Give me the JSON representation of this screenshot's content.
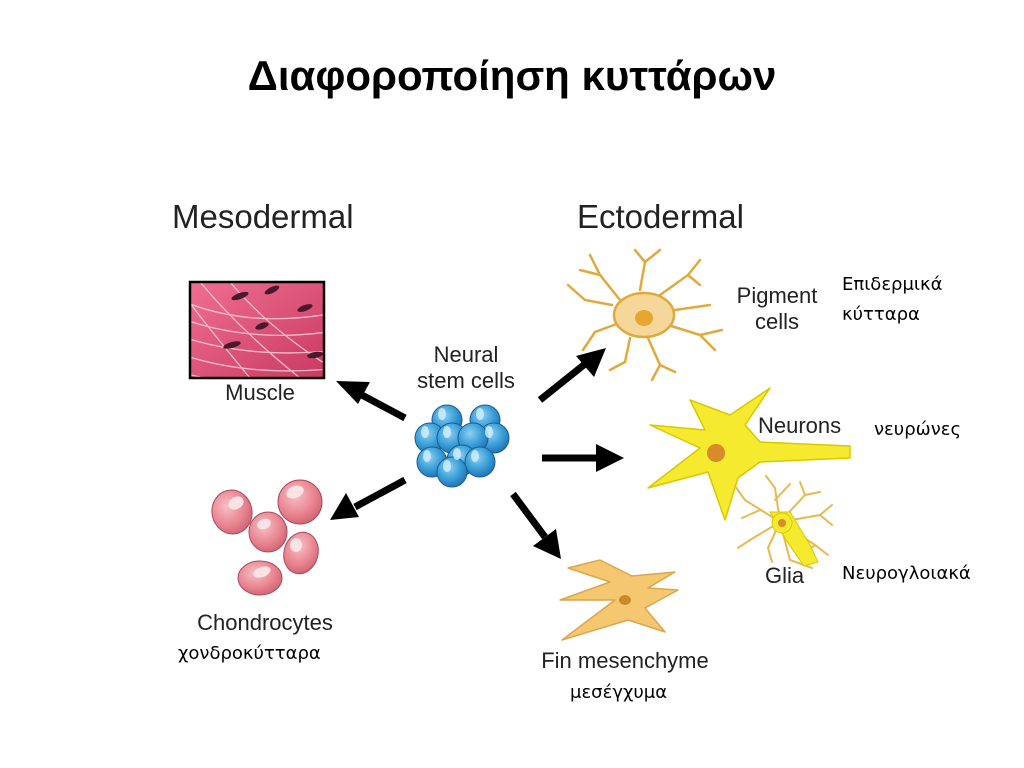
{
  "slide": {
    "title": "Διαφοροποίηση κυττάρων"
  },
  "headings": {
    "mesodermal": "Mesodermal",
    "ectodermal": "Ectodermal"
  },
  "cells": {
    "stem": {
      "line1": "Neural",
      "line2": "stem cells"
    },
    "muscle": {
      "label": "Muscle"
    },
    "chondrocytes": {
      "label": "Chondrocytes",
      "greek": "χονδροκύτταρα"
    },
    "mesenchyme": {
      "label": "Fin mesenchyme",
      "greek": "μεσέγχυμα"
    },
    "pigment": {
      "line1": "Pigment",
      "line2": "cells",
      "greek_line1": "Επιδερμικά",
      "greek_line2": "κύτταρα"
    },
    "neurons": {
      "label": "Neurons",
      "greek": "νευρώνες"
    },
    "glia": {
      "label": "Glia",
      "greek": "Νευρογλοιακά"
    }
  },
  "colors": {
    "stem_cell": "#3a9fd8",
    "muscle": "#d94d72",
    "chondrocyte": "#e8828e",
    "pigment_cell": "#f6d79a",
    "neuron": "#f5ea2e",
    "mesenchyme": "#f4c770",
    "arrow": "#000000"
  }
}
